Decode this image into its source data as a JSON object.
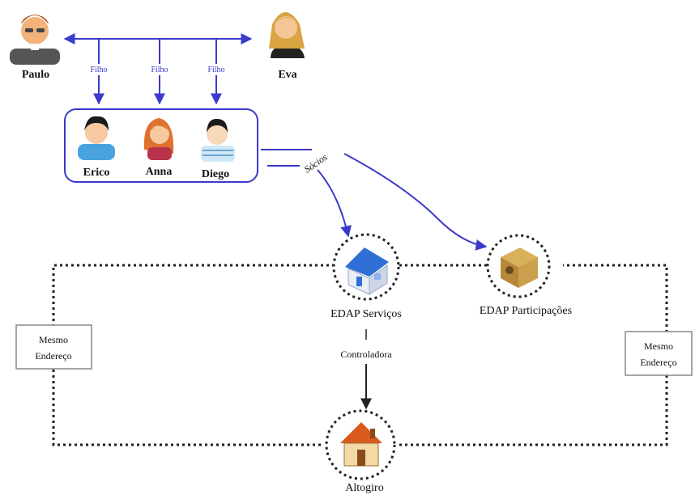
{
  "parents": {
    "father": "Paulo",
    "mother": "Eva",
    "relation_labels": [
      "Filho",
      "Filho",
      "Filho"
    ]
  },
  "children": [
    {
      "name": "Erico"
    },
    {
      "name": "Anna"
    },
    {
      "name": "Diego"
    }
  ],
  "partners_label": "Sócios",
  "companies": {
    "services": "EDAP Serviços",
    "holdings": "EDAP Participações",
    "subsidiary": "Altogiro",
    "control_relation": "Controladora"
  },
  "same_address": {
    "left": [
      "Mesmo",
      "Endereço"
    ],
    "right": [
      "Mesmo",
      "Endereço"
    ]
  },
  "colors": {
    "arrow": "#3a3acb",
    "dotted": "#222222",
    "box_border": "#3a3acb"
  }
}
